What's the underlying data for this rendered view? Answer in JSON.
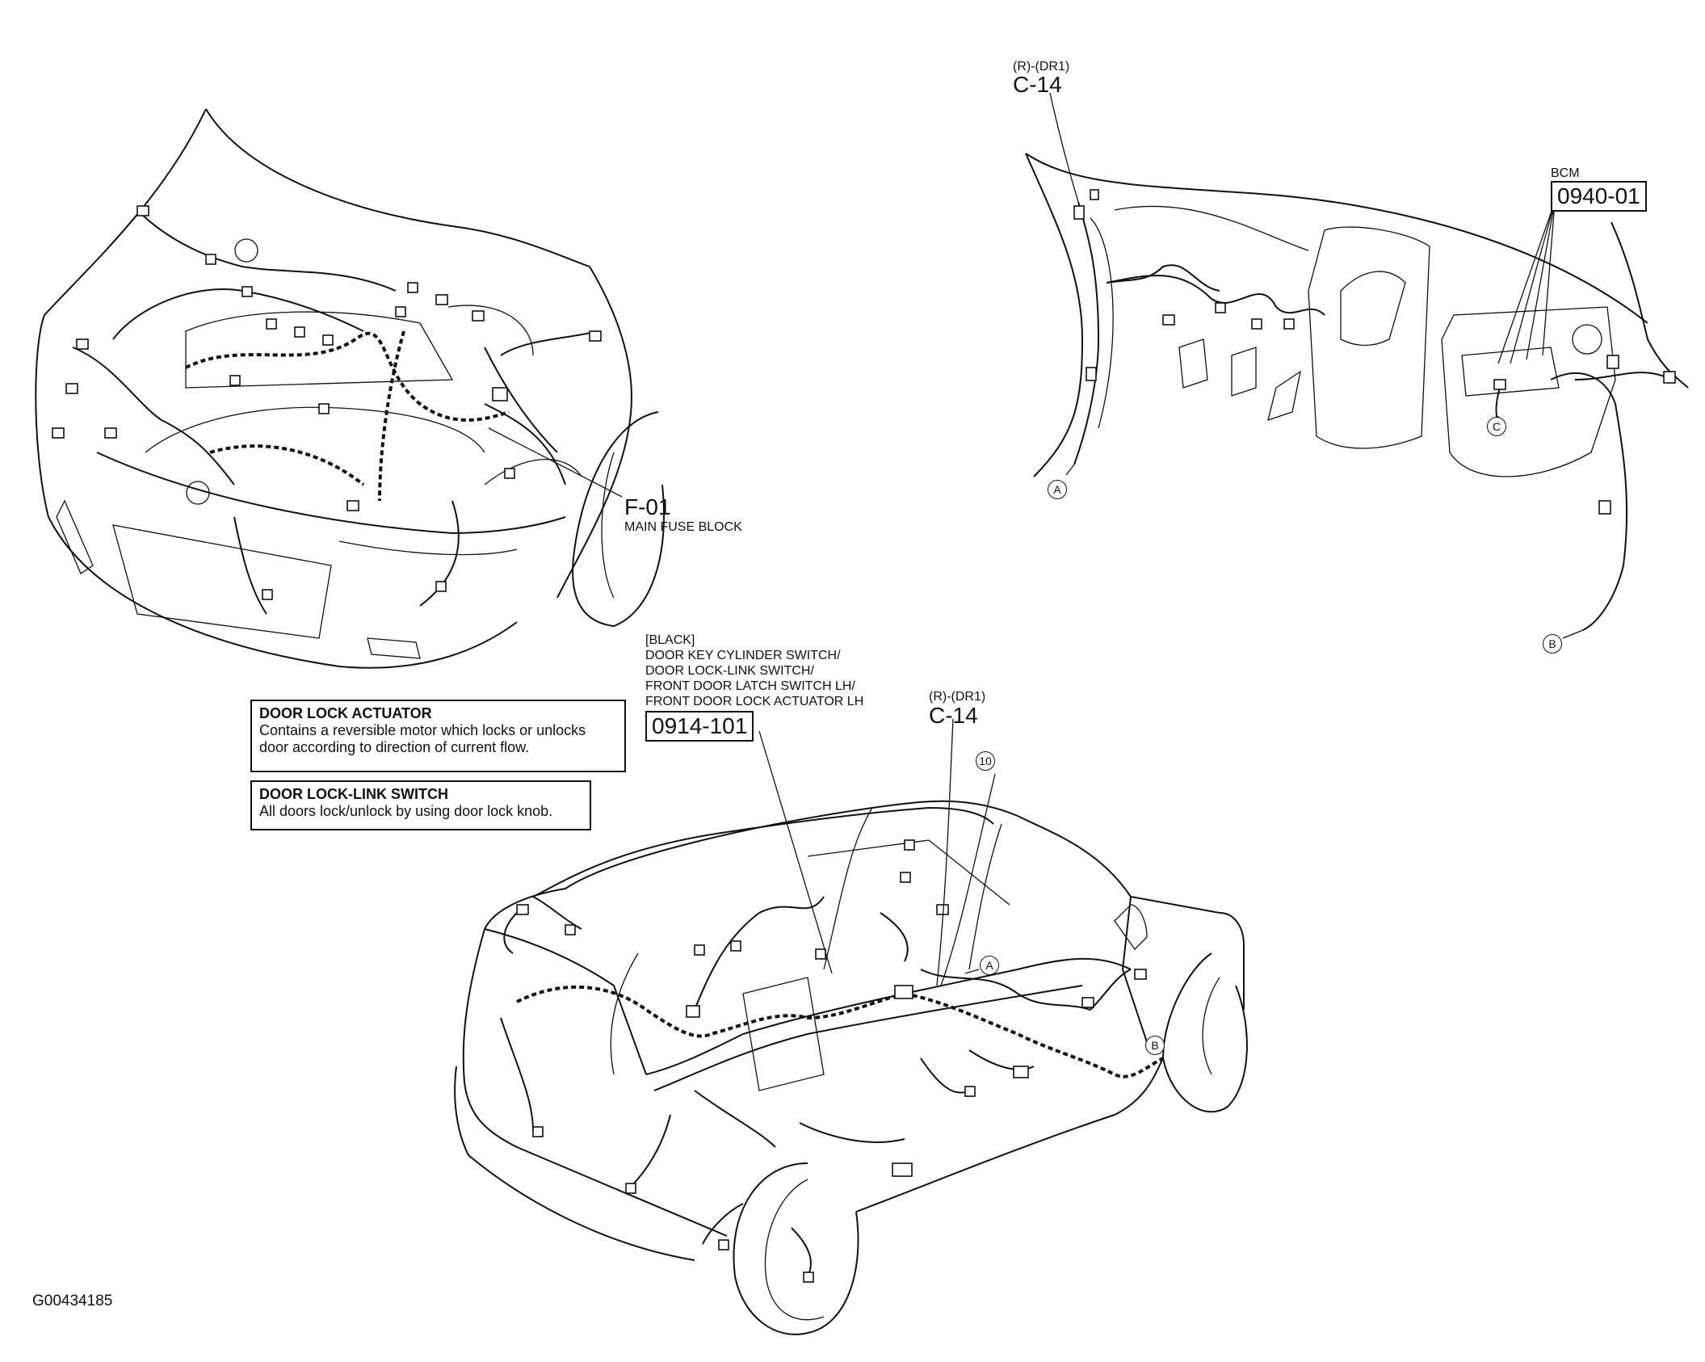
{
  "labels": {
    "main_fuse_block": {
      "code": "F-01",
      "name": "MAIN FUSE BLOCK"
    },
    "dash_connector": {
      "spec": "(R)-(DR1)",
      "code": "C-14"
    },
    "bcm": {
      "name": "BCM",
      "code": "0940-01"
    },
    "door_switch": {
      "color": "[BLACK]",
      "line1": "DOOR KEY CYLINDER SWITCH/",
      "line2": "DOOR LOCK-LINK SWITCH/",
      "line3": "FRONT DOOR LATCH SWITCH LH/",
      "line4": "FRONT DOOR LOCK ACTUATOR LH",
      "code": "0914-101"
    },
    "body_connector": {
      "spec": "(R)-(DR1)",
      "code": "C-14"
    },
    "ground_point": "10",
    "figure_id": "G00434185"
  },
  "markers": {
    "a": "A",
    "b": "B",
    "c": "C"
  },
  "info_boxes": [
    {
      "title": "DOOR LOCK ACTUATOR",
      "line1": "Contains a reversible motor which locks or unlocks",
      "line2": "door according to direction of current flow."
    },
    {
      "title": "DOOR LOCK-LINK SWITCH",
      "line1": "All doors lock/unlock by using door lock knob."
    }
  ]
}
